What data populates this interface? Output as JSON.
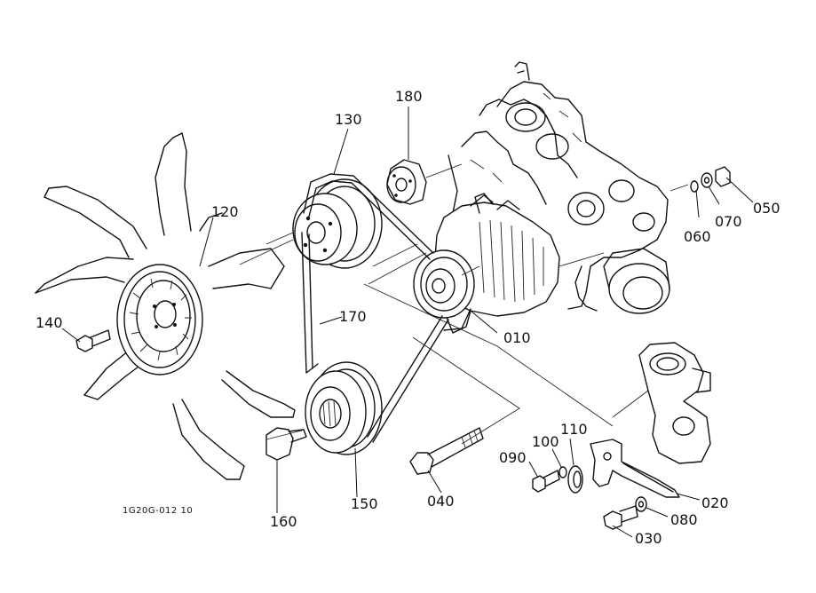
{
  "diagram": {
    "drawing_code": "1G20G-012 10",
    "callouts": {
      "p010": "010",
      "p020": "020",
      "p030": "030",
      "p040": "040",
      "p050": "050",
      "p060": "060",
      "p070": "070",
      "p080": "080",
      "p090": "090",
      "p100": "100",
      "p110": "110",
      "p120": "120",
      "p130": "130",
      "p140": "140",
      "p150": "150",
      "p160": "160",
      "p170": "170",
      "p180": "180"
    }
  }
}
